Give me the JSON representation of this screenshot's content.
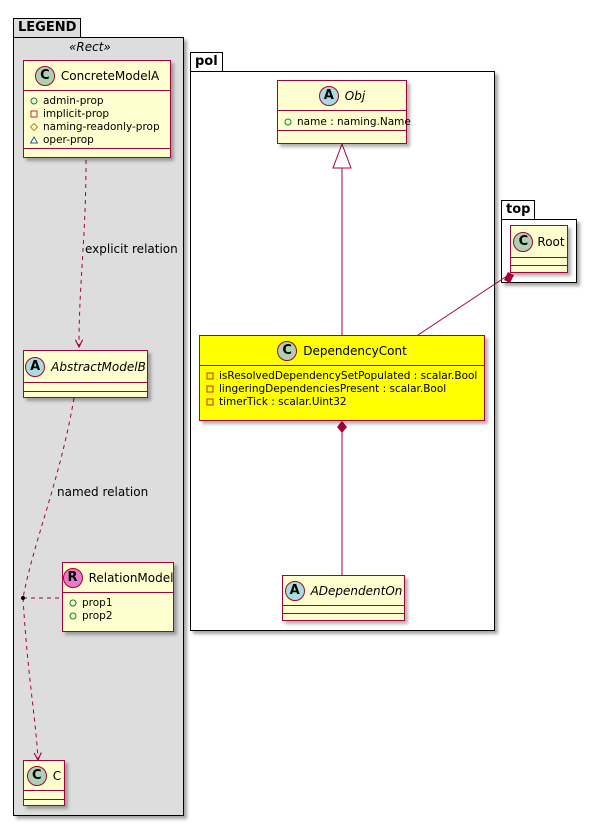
{
  "legend": {
    "package_title": "LEGEND",
    "stereotype": "«Rect»",
    "concrete_class": {
      "badge": "C",
      "name": "ConcreteModelA",
      "attributes": [
        {
          "vis": "+",
          "text": "admin-prop"
        },
        {
          "vis": "-",
          "text": "implicit-prop"
        },
        {
          "vis": "#",
          "text": "naming-readonly-prop"
        },
        {
          "vis": "~",
          "text": "oper-prop"
        }
      ]
    },
    "abstract_class": {
      "badge": "A",
      "name": "AbstractModelB"
    },
    "relation_class": {
      "badge": "R",
      "name": "RelationModel",
      "attributes": [
        {
          "vis": "+",
          "text": "prop1"
        },
        {
          "vis": "+",
          "text": "prop2"
        }
      ]
    },
    "c_class": {
      "badge": "C",
      "name": "C"
    },
    "edge_labels": {
      "explicit": "explicit relation",
      "named": "named relation"
    }
  },
  "pol": {
    "package_title": "pol",
    "obj_class": {
      "badge": "A",
      "name": "Obj",
      "attributes": [
        {
          "vis": "+",
          "text": "name : naming.Name"
        }
      ]
    },
    "dependency_class": {
      "badge": "C",
      "name": "DependencyCont",
      "attributes": [
        {
          "vis": "-",
          "text": "isResolvedDependencySetPopulated : scalar.Bool"
        },
        {
          "vis": "-",
          "text": "lingeringDependenciesPresent : scalar.Bool"
        },
        {
          "vis": "-",
          "text": "timerTick : scalar.Uint32"
        }
      ]
    },
    "dependent_class": {
      "badge": "A",
      "name": "ADependentOn"
    }
  },
  "top": {
    "package_title": "top",
    "root_class": {
      "badge": "C",
      "name": "Root"
    }
  },
  "colors": {
    "class_fill": "#fefece",
    "class_border": "#a80036",
    "highlight_fill": "#ffff00",
    "package_fill_legend": "#dddddd",
    "badge_c": "#add1b2",
    "badge_a": "#a9dcdf",
    "badge_r": "#e67ac8",
    "edge": "#a80036"
  },
  "icons": {
    "class_badge": "circle-letter-icon",
    "visibility_public": "open-circle",
    "visibility_private": "open-square",
    "visibility_protected": "open-diamond",
    "visibility_package": "open-triangle"
  }
}
